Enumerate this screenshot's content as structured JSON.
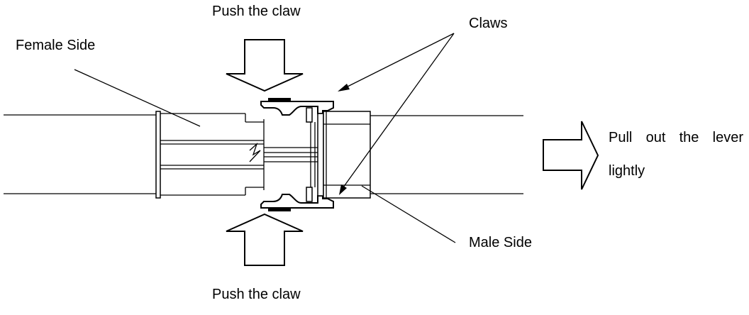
{
  "labels": {
    "push_top": "Push the claw",
    "push_bottom": "Push the claw",
    "claws": "Claws",
    "female_side": "Female Side",
    "male_side": "Male Side",
    "pull_line1": "Pull out the lever",
    "pull_line2": "lightly"
  }
}
